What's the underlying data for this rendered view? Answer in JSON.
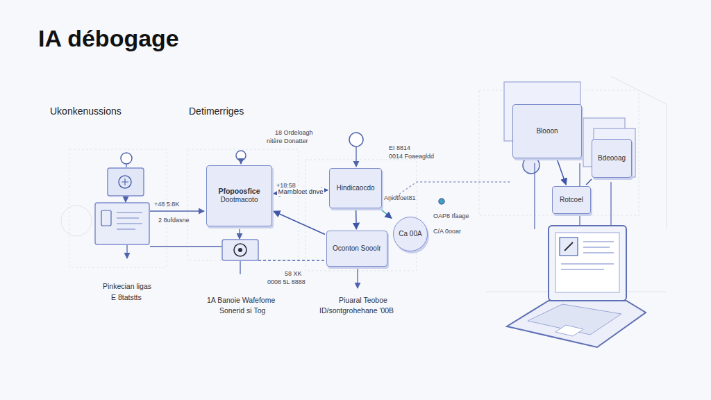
{
  "diagram": {
    "title": "IA débogage",
    "nodes": [
      {
        "text": [
          "Pfopoosfice",
          "Dootmacoto"
        ]
      },
      {
        "text": [
          "Hindicaocdo"
        ]
      },
      {
        "text": [
          "Oconton Sooolr"
        ]
      },
      {
        "text": [
          "Ca 00A"
        ]
      },
      {
        "text": [
          "Blooon"
        ]
      },
      {
        "text": [
          "Bdeooag"
        ]
      },
      {
        "text": [
          "Rotcoel"
        ]
      }
    ],
    "edges": [
      {
        "from": 0,
        "to": 1,
        "label": "Mambloet dnve",
        "arrow": "both"
      },
      {
        "from": 1,
        "to": 2,
        "arrow": "to"
      },
      {
        "from": 2,
        "to": 0,
        "arrow": "to"
      },
      {
        "from": 1,
        "to": 3,
        "arrow": "to"
      },
      {
        "from": 4,
        "to": 6,
        "arrow": "to"
      },
      {
        "from": 5,
        "to": 6,
        "arrow": "none"
      }
    ],
    "labels": [
      "Ukonkenussions",
      "Detimerriges",
      "18 Ordeloagh",
      "nitère Donatter",
      "EI 8814",
      "0014 Foaeagldd",
      "+18:58",
      "+48 5:8K",
      "2 8ufdasne",
      "Aniotfoet81",
      "OAP8 Ifaage",
      "C/A 0ooar",
      "58 XK",
      "0008 5L 8888",
      "Pinkecian ligas",
      "E 8tatstts",
      "1A Banoie Wafefome",
      "Sonerid si Tog",
      "Piuaral Teoboe",
      "ID/sontgrohehane '00B"
    ]
  }
}
